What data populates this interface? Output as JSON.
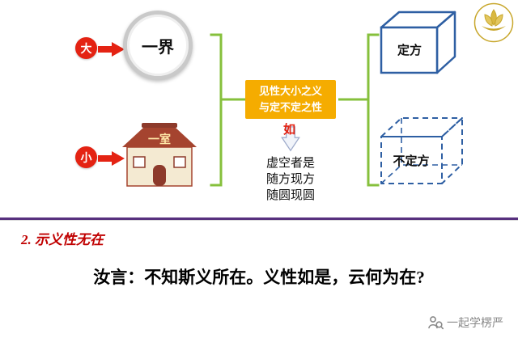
{
  "diagram": {
    "big_badge": "大",
    "world_circle": "一界",
    "small_badge": "小",
    "house_label": "一室",
    "center_box": {
      "line1": "见性大小之义",
      "line2": "与定不定之性"
    },
    "ru_label": "如",
    "note": {
      "line1": "虚空者是",
      "line2": "随方现方",
      "line3": "随圆现圆"
    },
    "solid_cube_label": "定方",
    "dashed_cube_label": "不定方"
  },
  "section": {
    "heading": "2. 示义性无在",
    "body": "汝言：不知斯义所在。义性如是，云何为在?"
  },
  "watermark": {
    "text": "一起学楞严"
  },
  "colors": {
    "red": "#e42313",
    "gold_box": "#f5ac00",
    "green_brace": "#86c03c",
    "blue_cube": "#2e5fa3",
    "purple_divider": "#57307e",
    "heading_red": "#c00000",
    "logo_gold": "#c8a72c",
    "watermark_gray": "#8a8a8a"
  }
}
